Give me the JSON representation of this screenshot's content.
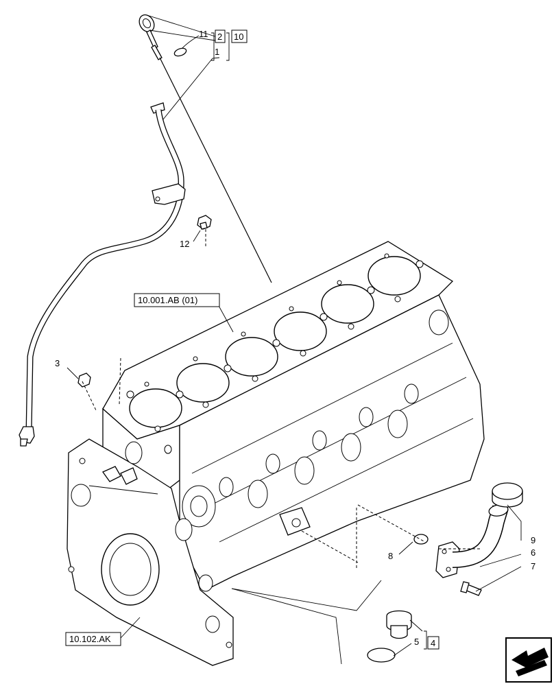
{
  "callouts": {
    "c1": "1",
    "c2": "2",
    "c3": "3",
    "c4": "4",
    "c5": "5",
    "c6": "6",
    "c7": "7",
    "c8": "8",
    "c9": "9",
    "c10": "10",
    "c11": "11",
    "c12": "12"
  },
  "references": {
    "crankcase": "10.001.AB (01)",
    "front_cover": "10.102.AK"
  },
  "icons": {
    "navigation": "arrow-icon"
  }
}
